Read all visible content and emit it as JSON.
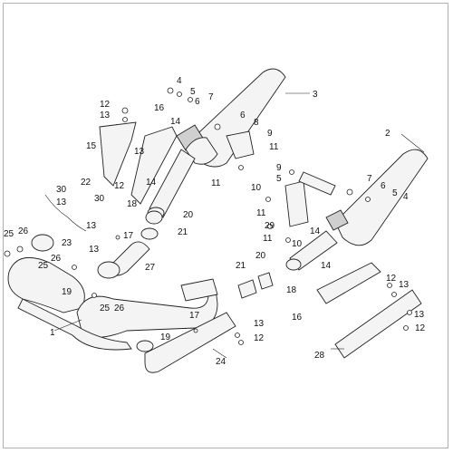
{
  "diagram": {
    "labels": [
      "1",
      "2",
      "3",
      "4",
      "5",
      "6",
      "7",
      "8",
      "9",
      "10",
      "11",
      "12",
      "13",
      "14",
      "15",
      "16",
      "17",
      "18",
      "19",
      "20",
      "21",
      "22",
      "23",
      "24",
      "25",
      "26",
      "27",
      "28",
      "29",
      "30"
    ]
  },
  "colors": {
    "line": "#222222",
    "fill": "#f4f4f4",
    "background": "#ffffff"
  }
}
